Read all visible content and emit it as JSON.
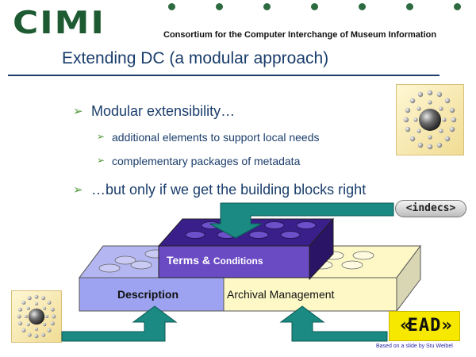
{
  "header": {
    "logo_text": "CIMI",
    "consortium": "Consortium for the Computer Interchange of Museum Information"
  },
  "slide": {
    "title": "Extending DC (a modular approach)"
  },
  "bullets": {
    "main_1": "Modular extensibility…",
    "sub_1": "additional elements to support local needs",
    "sub_2": "complementary packages of metadata",
    "main_2": "…but only if we get the building blocks right"
  },
  "blocks": {
    "terms_1": "Terms & ",
    "terms_2": "Conditions",
    "description": "Description",
    "archival": "Archival Management"
  },
  "logos": {
    "indecs": "<indecs>",
    "ead": "EAD"
  },
  "credit": "Based on a slide by Stu Weibel",
  "colors": {
    "cimi_green": "#1e5a32",
    "title_blue": "#1a3d6b",
    "bullet_green": "#4f9a3a",
    "block_blue": "#b3b6f0",
    "block_cream": "#fdf8c6",
    "block_purple": "#5a3aa8",
    "arrow_teal": "#1a8a82"
  },
  "icons": [
    "molecule-icon",
    "bullet-arrow-icon",
    "up-arrow-icon",
    "down-arrow-icon"
  ]
}
